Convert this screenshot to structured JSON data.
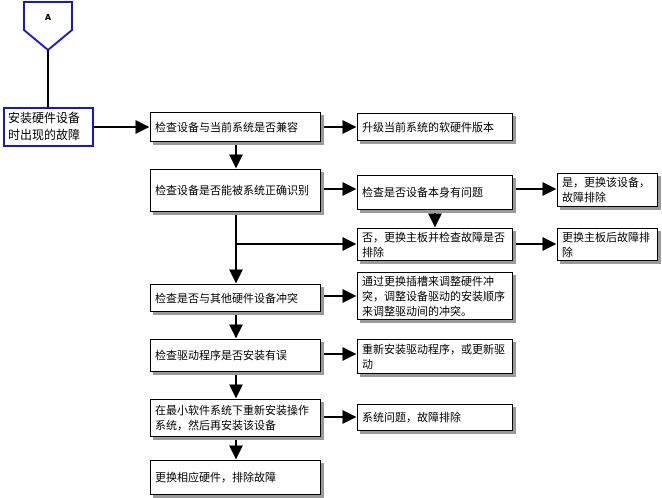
{
  "connector": {
    "label": "A",
    "color": "#1c16c9"
  },
  "nodes": {
    "start": "安装硬件设备时出现的故障",
    "compat": "检查设备与当前系统是否兼容",
    "upgrade": "升级当前系统的软硬件版本",
    "recognize": "检查设备是否能被系统正确识别",
    "self_problem": "检查是否设备本身有问题",
    "yes_replace": "是，更换该设备，故障排除",
    "no_replace": "否，更换主板并检查故障是否排除",
    "board_done": "更换主板后故障排除",
    "conflict": "检查是否与其他硬件设备冲突",
    "conflict_fix": "通过更换插槽来调整硬件冲突，调整设备驱动的安装顺序来调整驱动间的冲突。",
    "driver": "检查驱动程序是否安装有误",
    "driver_fix": "重新安装驱动程序，或更新驱动",
    "minimal": "在最小软件系统下重新安装操作系统，然后再安装该设备",
    "system_issue": "系统问题，故障排除",
    "replace_hw": "更换相应硬件，排除故障"
  }
}
